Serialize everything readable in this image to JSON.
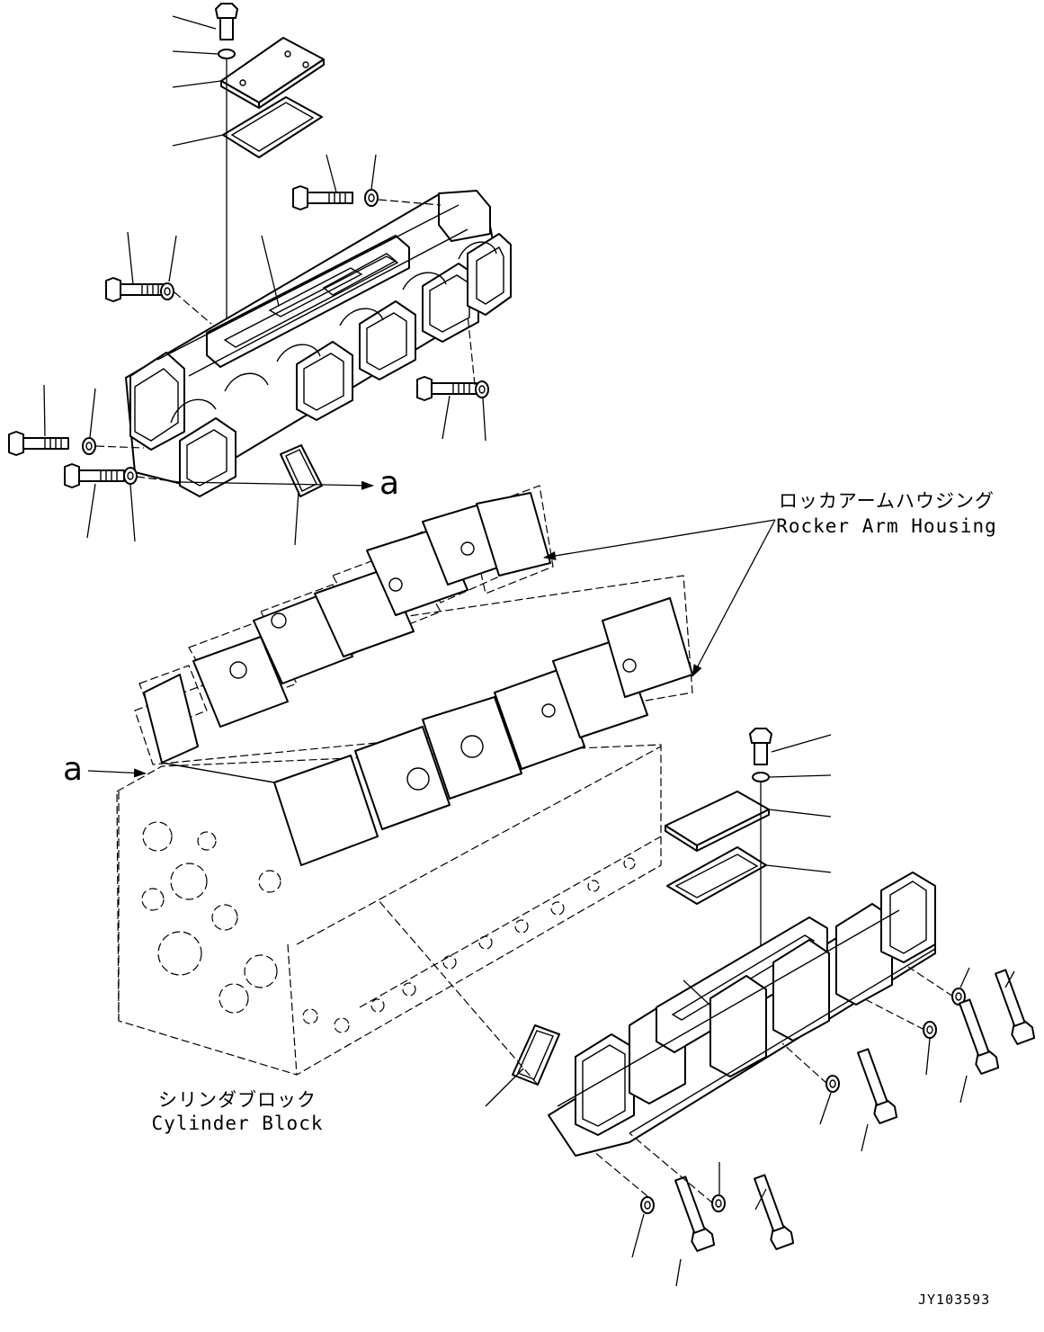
{
  "labels": {
    "rocker_arm_housing_jp": "ロッカアームハウジング",
    "rocker_arm_housing_en": "Rocker Arm Housing",
    "cylinder_block_jp": "シリンダブロック",
    "cylinder_block_en": "Cylinder Block",
    "ref_a_top": "a",
    "ref_a_left": "a",
    "drawing_code": "JY103593"
  }
}
